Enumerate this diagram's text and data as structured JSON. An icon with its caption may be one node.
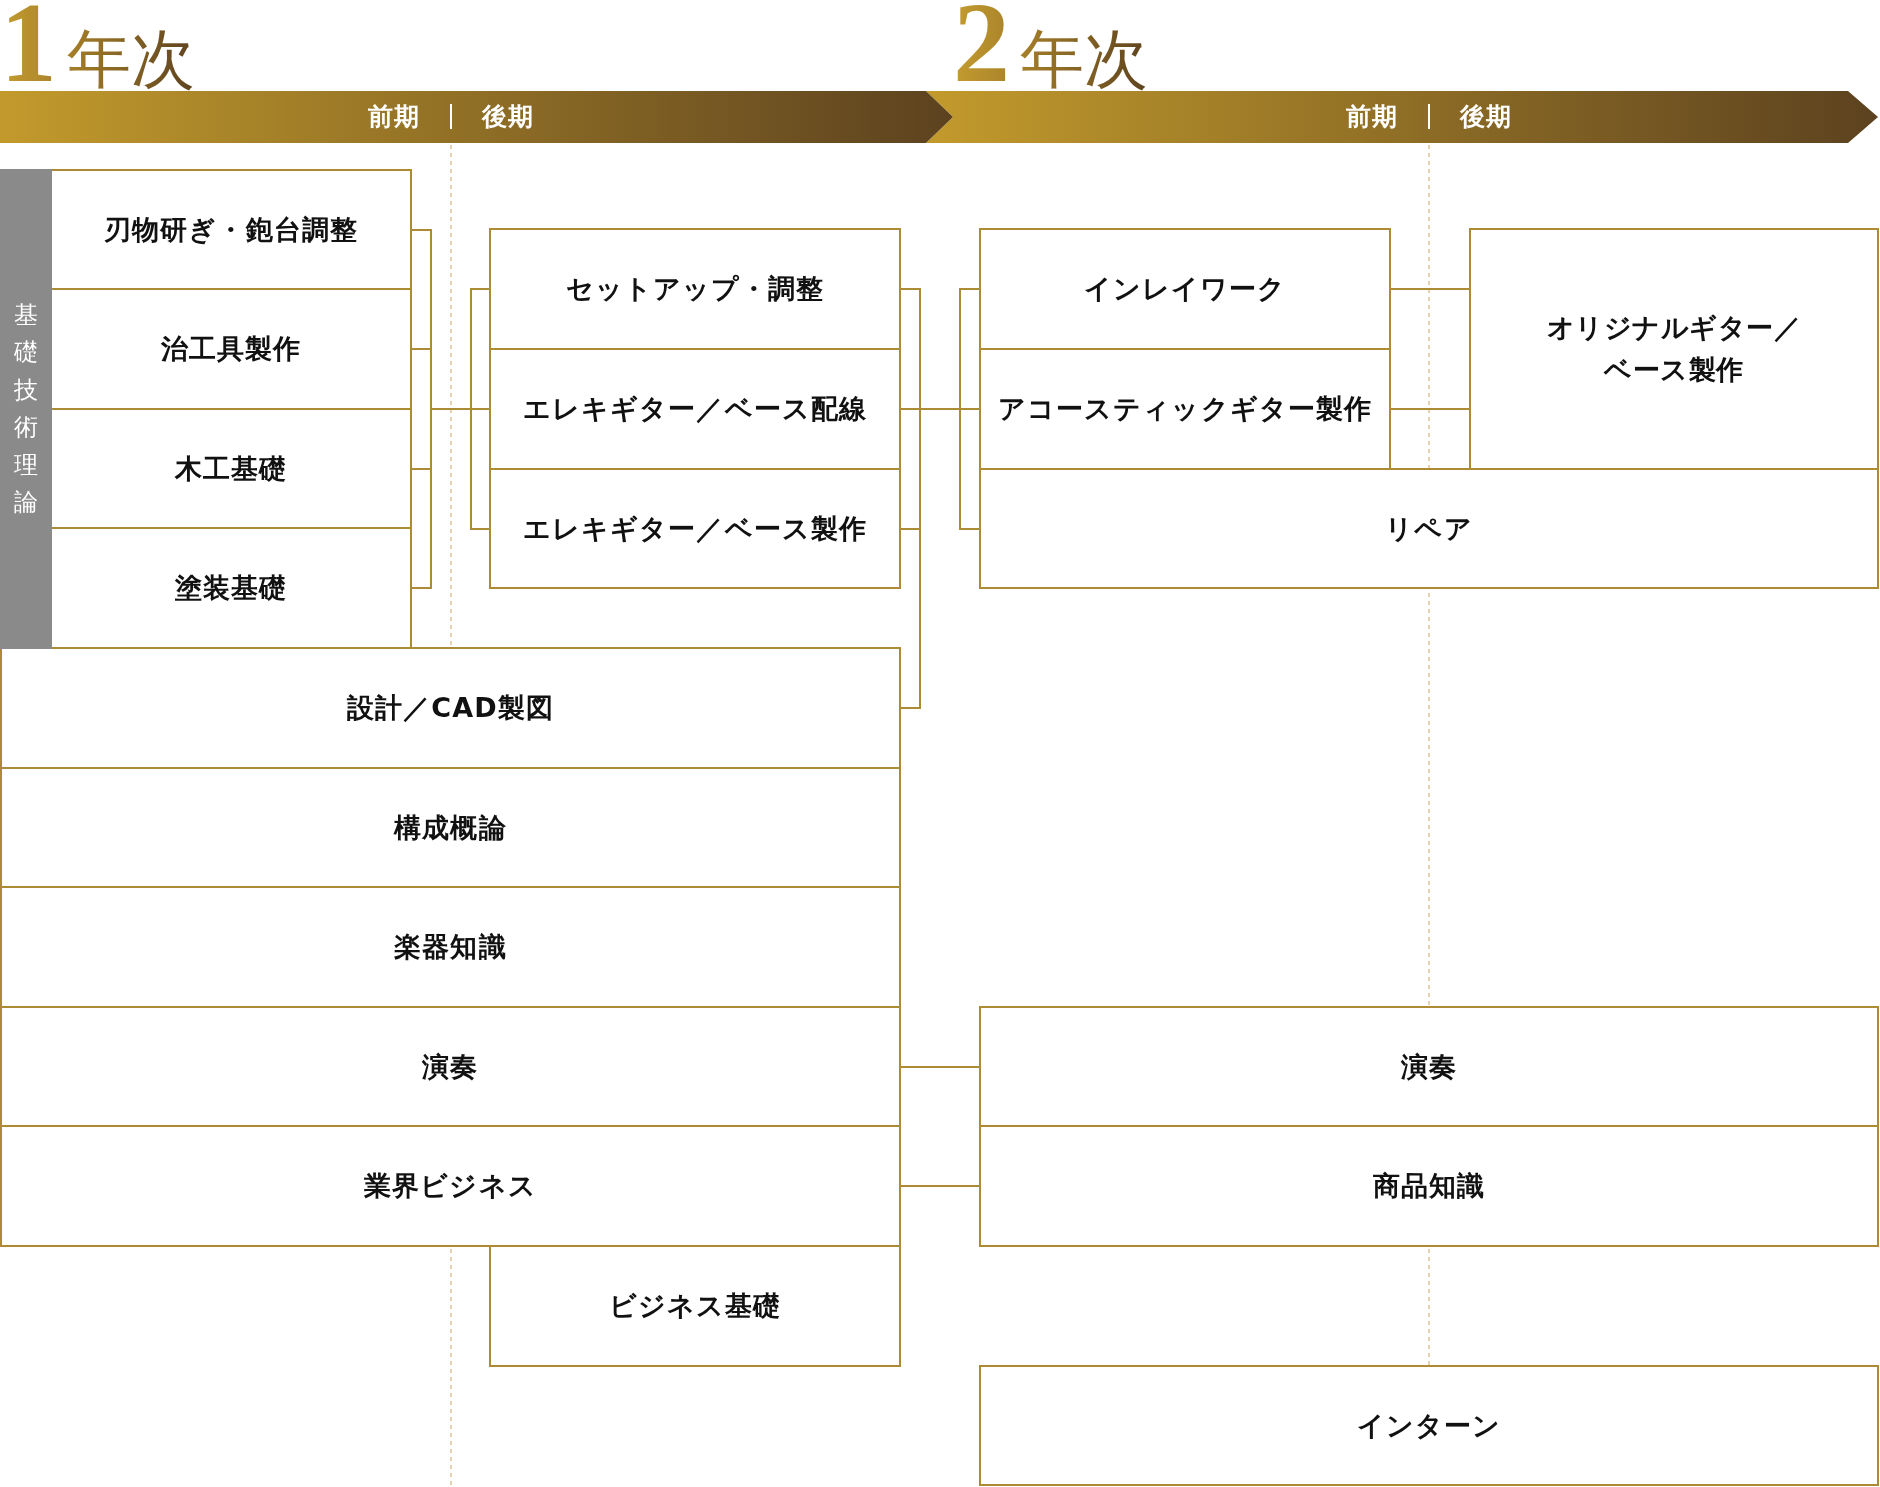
{
  "diagram": {
    "nodes": [
      {
        "text": [
          "1年次",
          "前期",
          "後期"
        ]
      },
      {
        "text": [
          "2年次",
          "前期",
          "後期"
        ]
      },
      {
        "text": [
          "基礎技術理論"
        ]
      },
      {
        "text": [
          "刃物研ぎ・鉋台調整"
        ]
      },
      {
        "text": [
          "治工具製作"
        ]
      },
      {
        "text": [
          "木工基礎"
        ]
      },
      {
        "text": [
          "塗装基礎"
        ]
      },
      {
        "text": [
          "セットアップ・調整"
        ]
      },
      {
        "text": [
          "エレキギター／ベース配線"
        ]
      },
      {
        "text": [
          "エレキギター／ベース製作"
        ]
      },
      {
        "text": [
          "インレイワーク"
        ]
      },
      {
        "text": [
          "アコースティックギター製作"
        ]
      },
      {
        "text": [
          "オリジナルギター／ベース製作"
        ]
      },
      {
        "text": [
          "リペア"
        ]
      },
      {
        "text": [
          "設計／CAD製図"
        ]
      },
      {
        "text": [
          "構成概論"
        ]
      },
      {
        "text": [
          "楽器知識"
        ]
      },
      {
        "text": [
          "演奏"
        ]
      },
      {
        "text": [
          "演奏"
        ]
      },
      {
        "text": [
          "業界ビジネス"
        ]
      },
      {
        "text": [
          "商品知識"
        ]
      },
      {
        "text": [
          "ビジネス基礎"
        ]
      },
      {
        "text": [
          "インターン"
        ]
      }
    ],
    "edges": [
      {
        "from": 3,
        "to": 7,
        "arrow": "none"
      },
      {
        "from": 3,
        "to": 8,
        "arrow": "none"
      },
      {
        "from": 3,
        "to": 9,
        "arrow": "none"
      },
      {
        "from": 4,
        "to": 7,
        "arrow": "none"
      },
      {
        "from": 4,
        "to": 8,
        "arrow": "none"
      },
      {
        "from": 4,
        "to": 9,
        "arrow": "none"
      },
      {
        "from": 5,
        "to": 7,
        "arrow": "none"
      },
      {
        "from": 5,
        "to": 8,
        "arrow": "none"
      },
      {
        "from": 5,
        "to": 9,
        "arrow": "none"
      },
      {
        "from": 6,
        "to": 7,
        "arrow": "none"
      },
      {
        "from": 6,
        "to": 8,
        "arrow": "none"
      },
      {
        "from": 6,
        "to": 9,
        "arrow": "none"
      },
      {
        "from": 7,
        "to": 10,
        "arrow": "none"
      },
      {
        "from": 7,
        "to": 11,
        "arrow": "none"
      },
      {
        "from": 7,
        "to": 13,
        "arrow": "none"
      },
      {
        "from": 8,
        "to": 10,
        "arrow": "none"
      },
      {
        "from": 8,
        "to": 11,
        "arrow": "none"
      },
      {
        "from": 8,
        "to": 13,
        "arrow": "none"
      },
      {
        "from": 9,
        "to": 10,
        "arrow": "none"
      },
      {
        "from": 9,
        "to": 11,
        "arrow": "none"
      },
      {
        "from": 9,
        "to": 13,
        "arrow": "none"
      },
      {
        "from": 14,
        "to": 10,
        "arrow": "none"
      },
      {
        "from": 14,
        "to": 11,
        "arrow": "none"
      },
      {
        "from": 14,
        "to": 13,
        "arrow": "none"
      },
      {
        "from": 10,
        "to": 12,
        "arrow": "none"
      },
      {
        "from": 11,
        "to": 12,
        "arrow": "none"
      },
      {
        "from": 17,
        "to": 18,
        "arrow": "none"
      },
      {
        "from": 19,
        "to": 20,
        "arrow": "none"
      }
    ]
  }
}
